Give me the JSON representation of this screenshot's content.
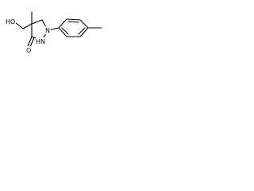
{
  "molecule": {
    "atoms": {
      "hydroxyl": "HO",
      "carbonyl_oxygen": "O",
      "amide_nh": "HN",
      "ring_nitrogen": "N"
    },
    "colors": {
      "bond": "#000000",
      "text": "#000000",
      "background": "#ffffff"
    }
  }
}
